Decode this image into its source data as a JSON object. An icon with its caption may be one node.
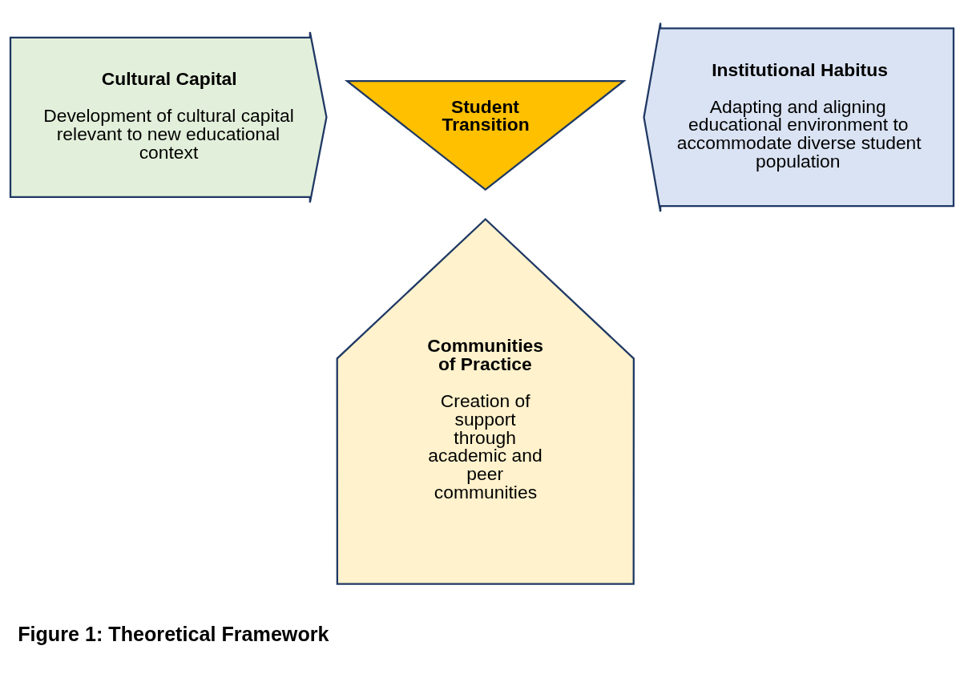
{
  "diagram": {
    "caption": "Figure 1: Theoretical Framework",
    "nodes": [
      {
        "text": [
          "Student Transition"
        ]
      },
      {
        "text": [
          "Cultural Capital",
          "Development of cultural capital relevant to new educational context"
        ]
      },
      {
        "text": [
          "Institutional Habitus",
          "Adapting and aligning educational environment to accommodate diverse student population"
        ]
      },
      {
        "text": [
          "Communities of Practice",
          "Creation of support through academic and peer communities"
        ]
      }
    ]
  }
}
